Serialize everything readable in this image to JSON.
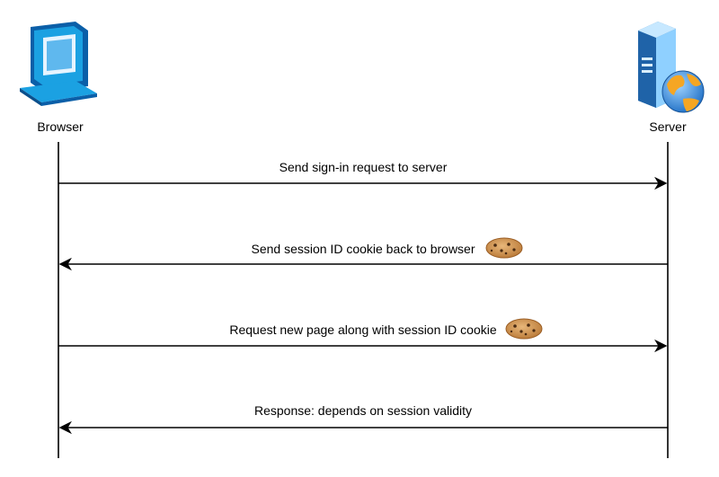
{
  "title": "",
  "participants": [
    {
      "id": "browser",
      "label": "Browser",
      "icon": "laptop-icon"
    },
    {
      "id": "server",
      "label": "Server",
      "icon": "web-server-icon"
    }
  ],
  "messages": [
    {
      "from": "browser",
      "to": "server",
      "label": "Send sign-in request to server",
      "icon": ""
    },
    {
      "from": "server",
      "to": "browser",
      "label": "Send session ID cookie back to browser",
      "icon": "cookie-icon"
    },
    {
      "from": "browser",
      "to": "server",
      "label": "Request new page along with session ID cookie",
      "icon": "cookie-icon"
    },
    {
      "from": "server",
      "to": "browser",
      "label": "Response: depends on session validity",
      "icon": ""
    }
  ],
  "colors": {
    "line": "#000000",
    "laptop_blue": "#1ba1e2",
    "laptop_dark": "#0b5fa8",
    "server_blue": "#4aa3df",
    "globe_orange": "#f5a623",
    "cookie_brown": "#c68642"
  }
}
